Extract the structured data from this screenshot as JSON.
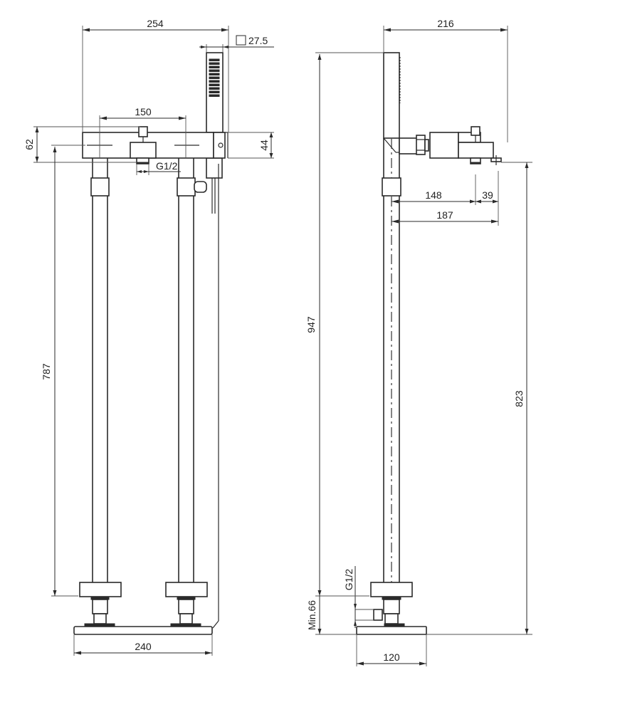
{
  "drawing": {
    "type": "technical-dimension-drawing",
    "subject": "freestanding bath mixer with hand shower",
    "line_color": "#2a2a2a",
    "background": "#ffffff"
  },
  "front_view": {
    "dimensions": {
      "overall_width": "254",
      "handshower_square": "27.5",
      "inlet_spacing": "150",
      "body_height": "62",
      "body_depth": "44",
      "outlet_thread": "G1/2",
      "height_to_spout": "787",
      "base_width": "240"
    }
  },
  "side_view": {
    "dimensions": {
      "overall_depth": "216",
      "total_height": "947",
      "spout_offset_a": "148",
      "spout_offset_b": "39",
      "spout_reach": "187",
      "spout_height": "823",
      "inlet_thread": "G1/2",
      "min_floor_clearance": "Min.66",
      "base_depth": "120"
    }
  }
}
